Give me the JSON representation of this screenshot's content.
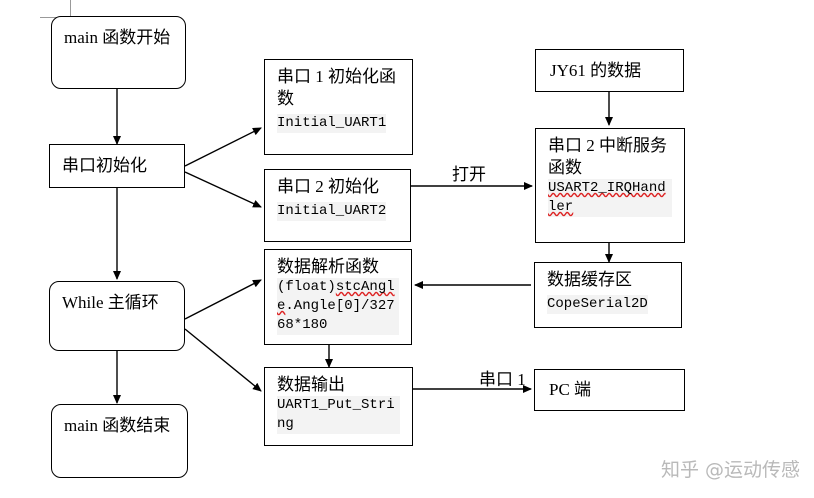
{
  "nodes": {
    "main_start": {
      "title": "main 函数开始"
    },
    "uart_init": {
      "title": "串口初始化"
    },
    "uart1_init": {
      "title": "串口 1 初始化函数",
      "code": "Initial_UART1"
    },
    "uart2_init": {
      "title": "串口 2 初始化",
      "code": "Initial_UART2"
    },
    "jy61_data": {
      "title": "JY61 的数据"
    },
    "uart2_isr": {
      "title": "串口 2 中断服务函数",
      "code": "USART2_IRQHandler"
    },
    "while_loop": {
      "title": "While 主循环"
    },
    "parse_func": {
      "title": "数据解析函数",
      "code_prefix": "(float)",
      "code_wavy": "stcAngle",
      "code_rest": ".Angle[0]/32768*180"
    },
    "data_buffer": {
      "title": "数据缓存区",
      "code": "CopeSerial2D"
    },
    "data_output": {
      "title": "数据输出",
      "code": "UART1_Put_String"
    },
    "pc_end": {
      "title": "PC 端"
    },
    "main_end": {
      "title": "main 函数结束"
    }
  },
  "edge_labels": {
    "open": "打开",
    "serial1": "串口 1"
  },
  "watermark": "知乎 @运动传感"
}
